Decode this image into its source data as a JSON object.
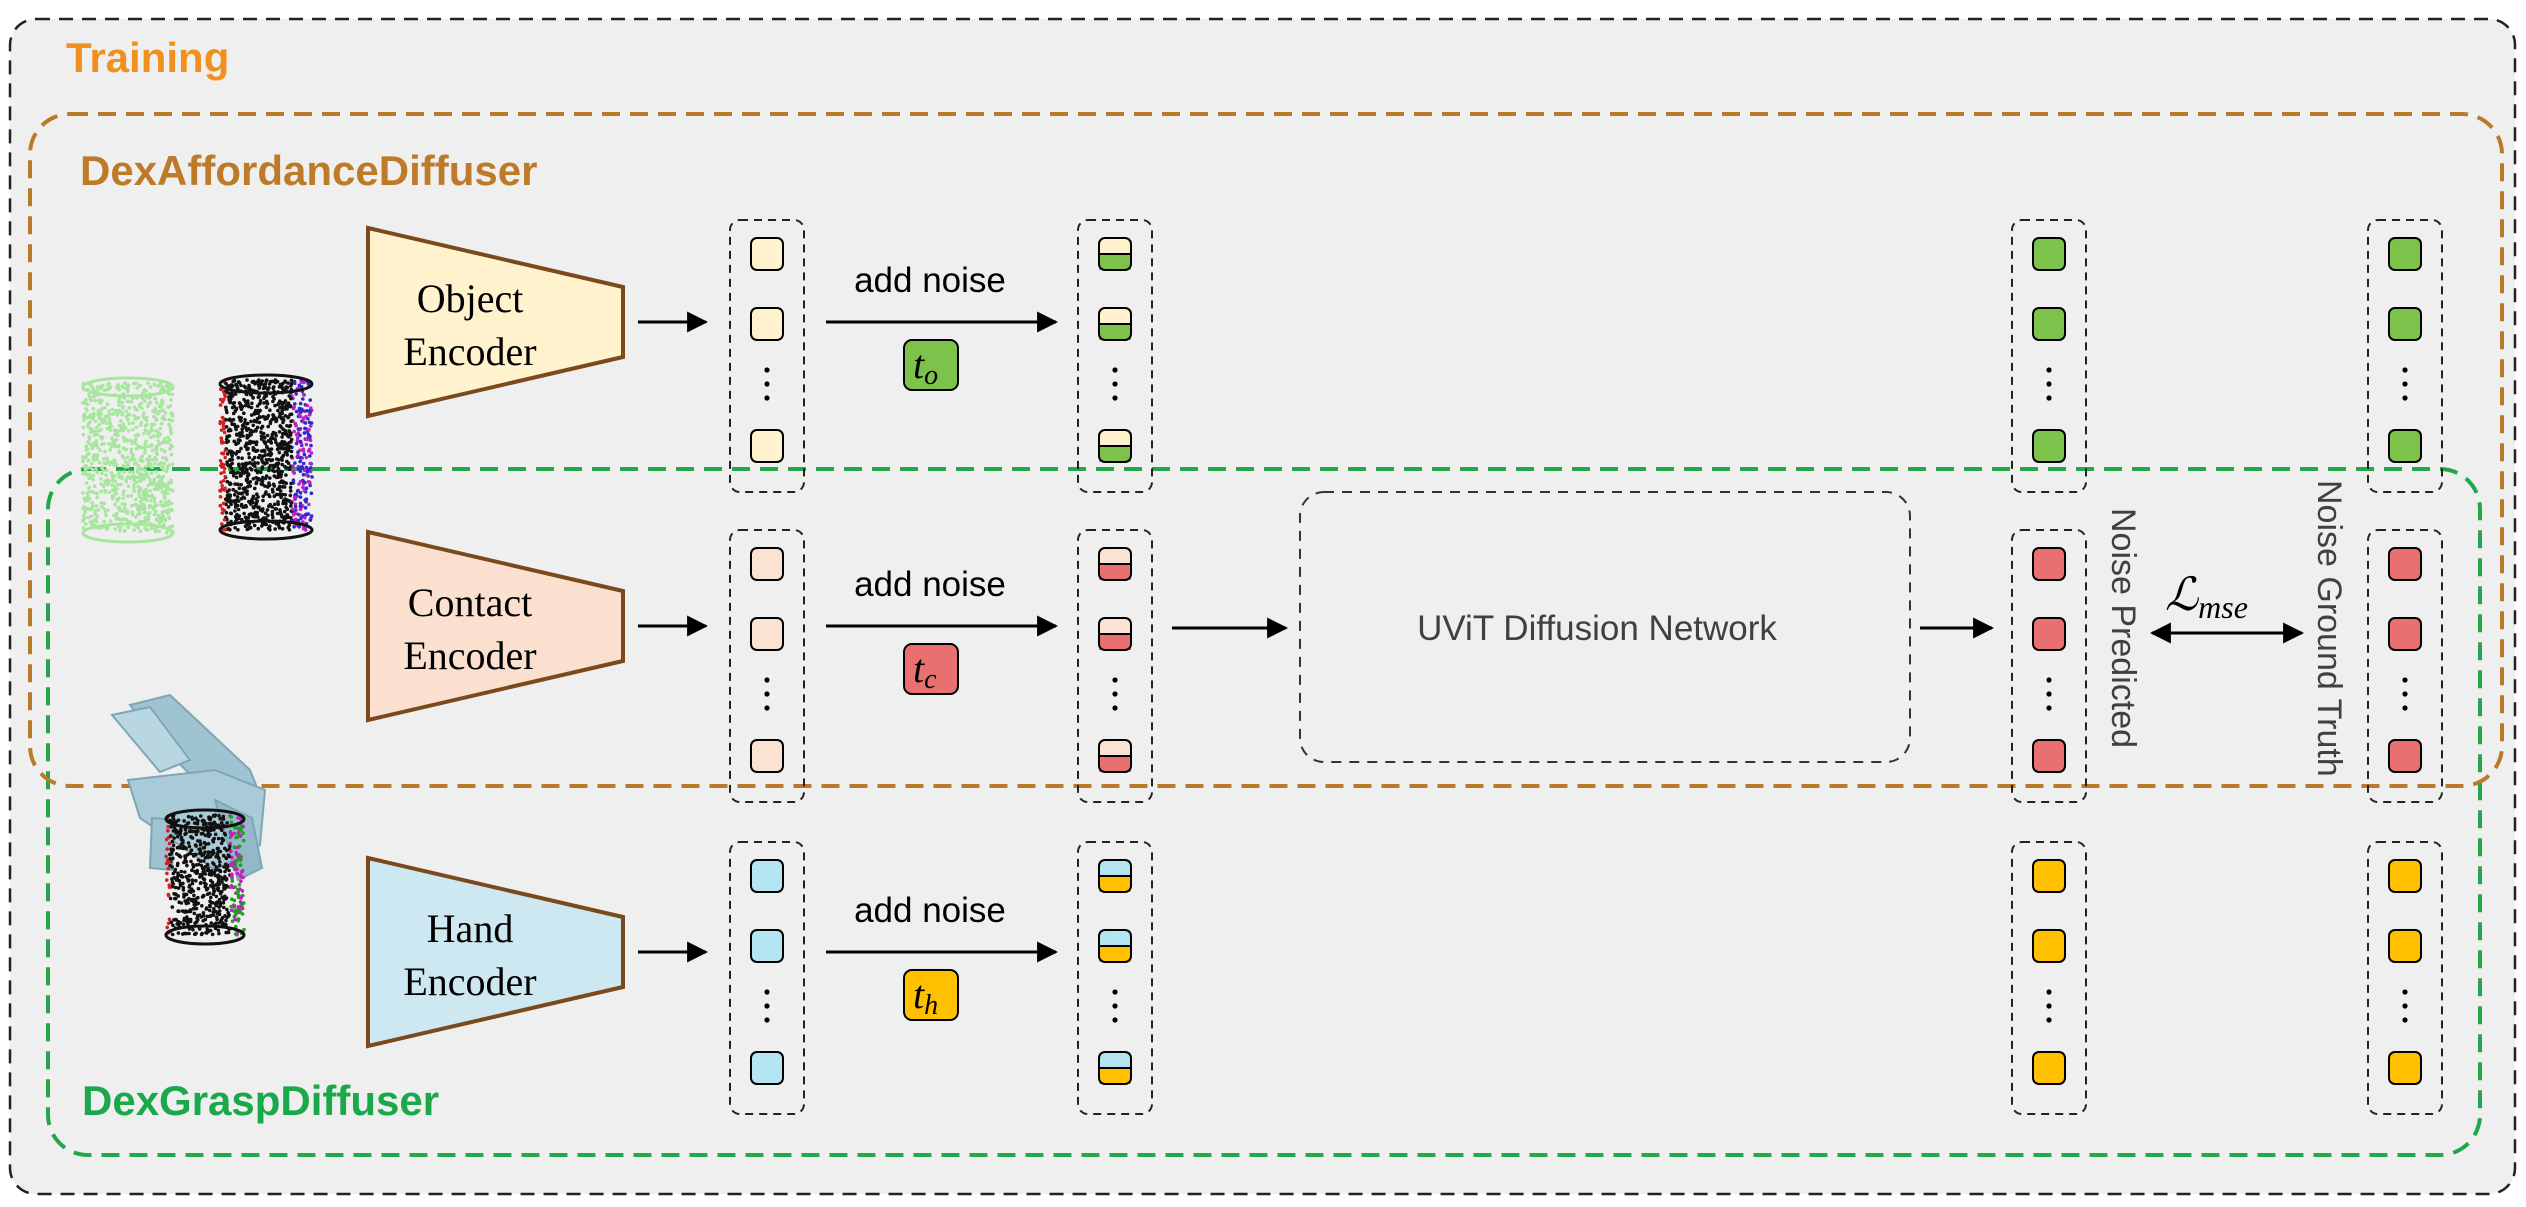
{
  "labels": {
    "training": "Training",
    "affordance": "DexAffordanceDiffuser",
    "grasp": "DexGraspDiffuser",
    "add_noise": "add noise",
    "uvit": "UViT Diffusion Network",
    "noise_predicted": "Noise Predicted",
    "noise_ground_truth": "Noise Ground Truth",
    "loss_main": "ℒ",
    "loss_sub": "mse"
  },
  "encoders": [
    {
      "line1": "Object",
      "line2": "Encoder",
      "fill": "#FFF2CC"
    },
    {
      "line1": "Contact",
      "line2": "Encoder",
      "fill": "#FBE0D0"
    },
    {
      "line1": "Hand",
      "line2": "Encoder",
      "fill": "#CDE8F0"
    }
  ],
  "timesteps": [
    {
      "main": "t",
      "sub": "o",
      "fill": "#7DC24B"
    },
    {
      "main": "t",
      "sub": "c",
      "fill": "#E8706F"
    },
    {
      "main": "t",
      "sub": "h",
      "fill": "#FFC000"
    }
  ],
  "colors": {
    "training_text": "#F0901E",
    "affordance": "#B97A2A",
    "affordance_text": "#BD7B2A",
    "grasp": "#22A84A",
    "grasp_text": "#1AA84A",
    "bg": "#EFEFEF",
    "token_object": "#FFF2CC",
    "token_contact": "#FBE3D3",
    "token_hand": "#B4E6F2",
    "noise_object": "#7DC24B",
    "noise_contact": "#E8706F",
    "noise_hand": "#FFC000"
  },
  "icons": [
    "object-point-cloud-icon",
    "contact-point-cloud-icon",
    "hand-grasp-icon"
  ]
}
